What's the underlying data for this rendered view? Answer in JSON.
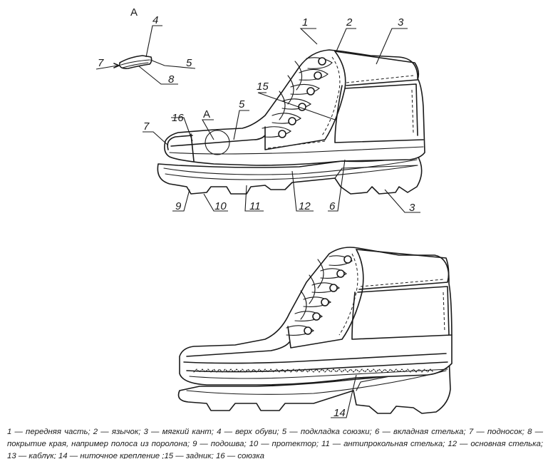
{
  "figure": {
    "labels": {
      "detail_letter": "А",
      "l1": "1",
      "l2": "2",
      "l3": "3",
      "l3b": "3",
      "l4": "4",
      "l5": "5",
      "l5b": "5",
      "l6": "6",
      "l7": "7",
      "l7b": "7",
      "l8": "8",
      "l9": "9",
      "l10": "10",
      "l11": "11",
      "l12": "12",
      "l14": "14",
      "l15": "15",
      "l16": "16"
    },
    "caption": {
      "line1": "1 — передняя часть; 2 — язычок; 3 — мягкий кант; 4 — верх обуви; 5 — подкладка союзки; 6 — вкладная стелька; 7 — подносок; 8 — покрытие края, например полоса из поролона; 9 — подошва; 10 — протектор; 11 — антипрокольная стелька; 12 — основная стелька; 13 — каблук; 14 — ниточное крепление ;15 — задник; 16 — союзка"
    }
  }
}
